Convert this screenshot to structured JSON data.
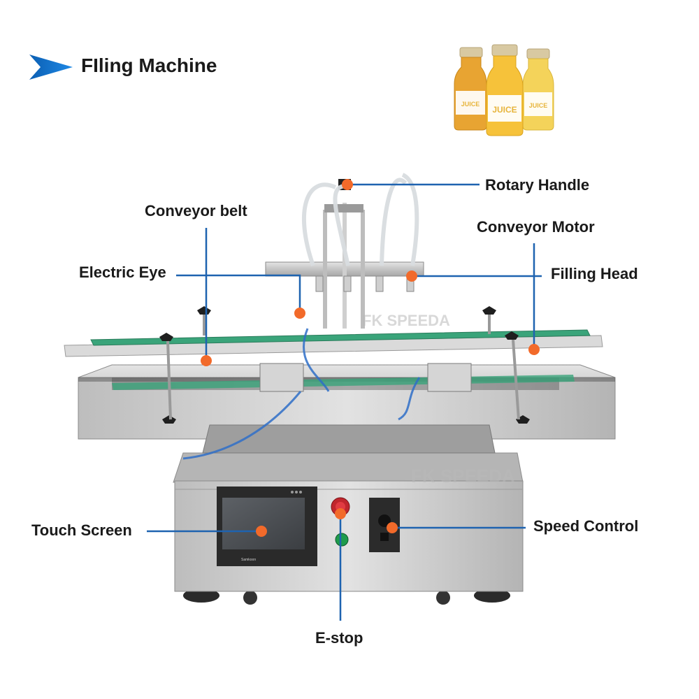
{
  "title": "FIling Machine",
  "labels": {
    "rotary_handle": "Rotary Handle",
    "conveyor_belt": "Conveyor belt",
    "conveyor_motor": "Conveyor Motor",
    "electric_eye": "Electric Eye",
    "filling_head": "Filling Head",
    "touch_screen": "Touch Screen",
    "speed_control": "Speed Control",
    "e_stop": "E-stop"
  },
  "bottles": {
    "label": "JUICE"
  },
  "watermark": "FK SPEEDA",
  "panel_brand": "Samkoon",
  "colors": {
    "accent": "#1e63b0",
    "marker": "#f26a2a",
    "steel": "#c9c9c9",
    "belt": "#3aa47a"
  }
}
